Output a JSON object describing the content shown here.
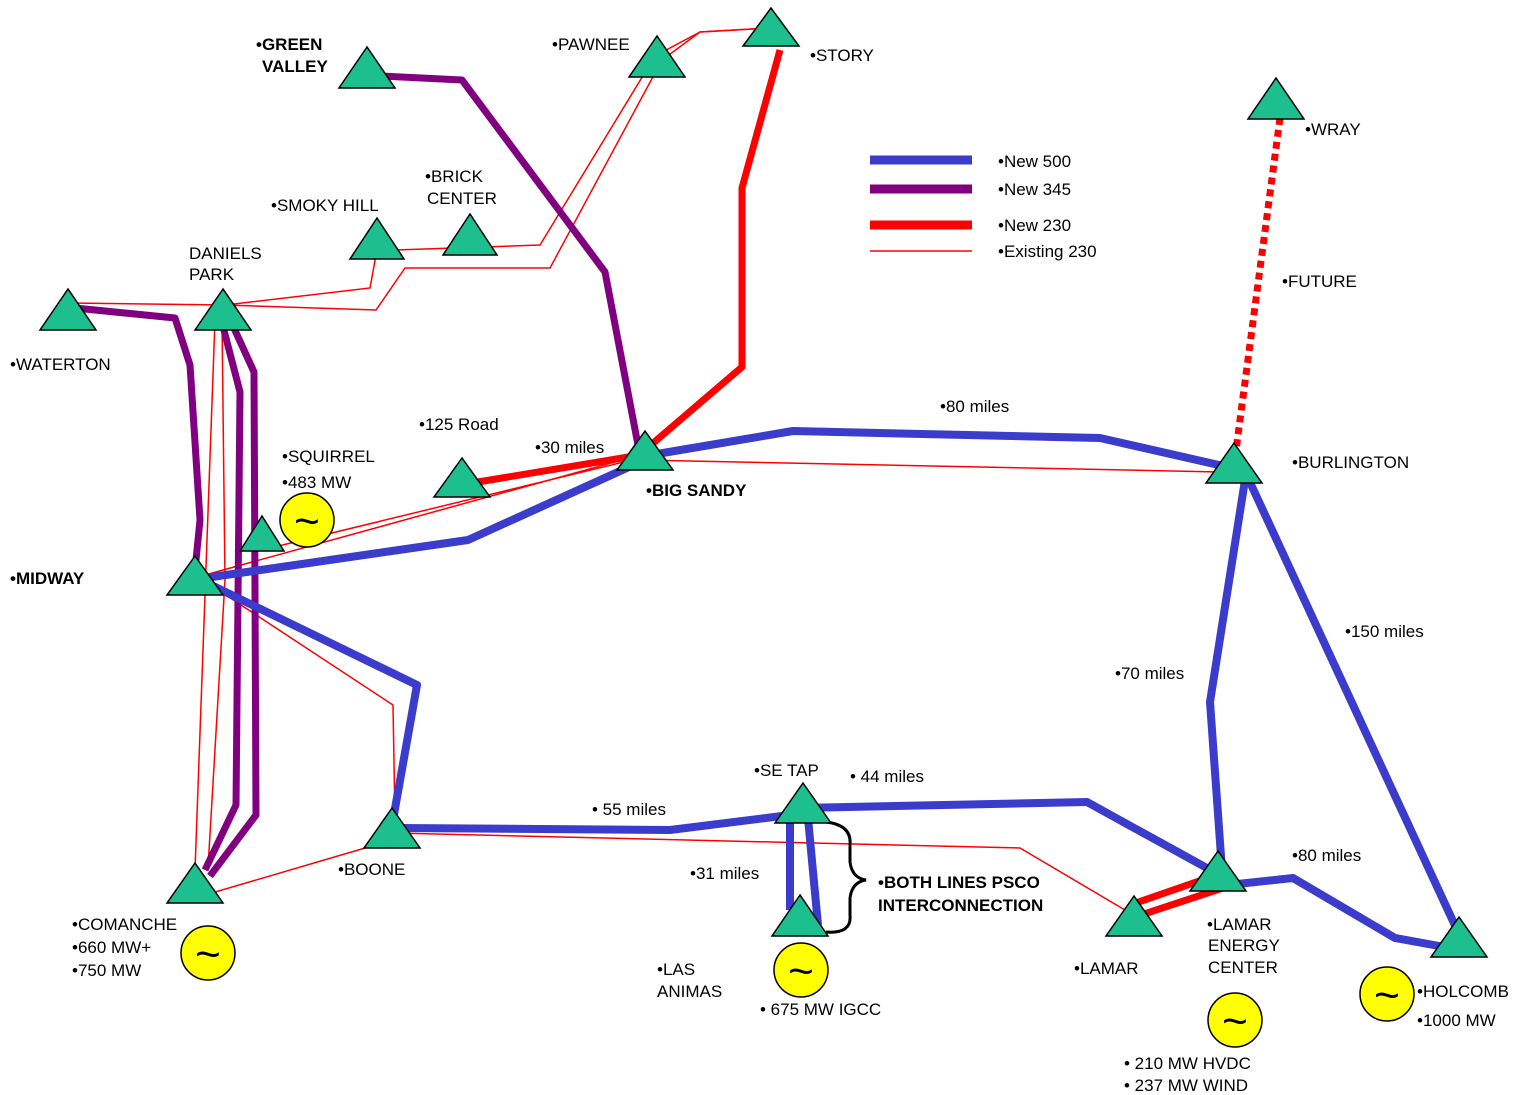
{
  "colors": {
    "new500": "#3b3bcc",
    "new345": "#800080",
    "new230": "#ff0000",
    "existing230": "#ff0000",
    "substation_fill": "#1dbf8e",
    "generator_fill": "#ffff00"
  },
  "legend": {
    "new500": "•New 500",
    "new345": "•New 345",
    "new230": "•New 230",
    "existing230": "•Existing 230"
  },
  "substations": {
    "green_valley": [
      "•GREEN",
      "VALLEY"
    ],
    "pawnee": "•PAWNEE",
    "story": "•STORY",
    "wray": "•WRAY",
    "smoky_hill": "•SMOKY HILL",
    "brick_center": [
      "•BRICK",
      "CENTER"
    ],
    "daniels_park": [
      "DANIELS",
      "PARK"
    ],
    "waterton": "•WATERTON",
    "squirrel": [
      "•SQUIRREL",
      "•483 MW"
    ],
    "road125": "•125 Road",
    "big_sandy": "•BIG SANDY",
    "burlington": "•BURLINGTON",
    "future": "•FUTURE",
    "midway": "•MIDWAY",
    "se_tap": "•SE TAP",
    "boone": "•BOONE",
    "comanche": [
      "•COMANCHE",
      "•660 MW+",
      "•750 MW"
    ],
    "las_animas": [
      "•LAS",
      "ANIMAS"
    ],
    "las_animas_gen": "• 675 MW IGCC",
    "lamar": "•LAMAR",
    "lamar_energy_center": [
      "•LAMAR",
      "ENERGY",
      "CENTER"
    ],
    "lamar_gen": [
      "• 210 MW HVDC",
      "• 237 MW WIND"
    ],
    "holcomb": [
      "•HOLCOMB",
      "•1000 MW"
    ]
  },
  "distances": {
    "sandy_burlington": "•80 miles",
    "road_sandy": "•30 miles",
    "burlington_holcomb": "•150 miles",
    "burlington_lamar": "•70 miles",
    "setap_lamar": "• 44 miles",
    "boone_setap": "• 55 miles",
    "setap_animas": "•31 miles",
    "lamar_holcomb": "•80 miles"
  },
  "annotation": [
    "•BOTH LINES PSCO",
    "INTERCONNECTION"
  ],
  "generator_symbol": "~"
}
